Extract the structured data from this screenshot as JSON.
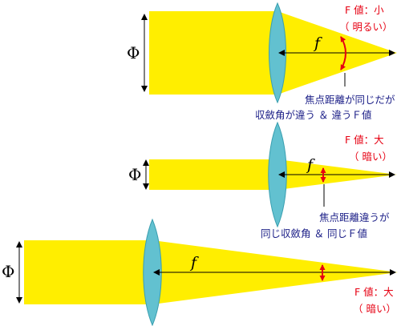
{
  "colors": {
    "beam": "#ffee00",
    "lens": "#62c1d0",
    "lens_edge": "#3a9fb0",
    "label_red": "#e60012",
    "note_blue": "#1d2088",
    "line": "#000000",
    "background": "#ffffff"
  },
  "symbols": {
    "diameter": "Φ",
    "focal_length": "f"
  },
  "labels": {
    "top_fnumber": {
      "line1": "F 値：小",
      "line2": "（ 明るい）"
    },
    "middle_fnumber": {
      "line1": "F 値：大",
      "line2": "（ 暗い）"
    },
    "bottom_fnumber": {
      "line1": "F 値：大",
      "line2": "（ 暗い）"
    }
  },
  "notes": {
    "note1": {
      "line1": "焦点距離が同じだが",
      "line2": "収斂角が違う ＆ 違うＦ値"
    },
    "note2": {
      "line1": "焦点距離違うが",
      "line2": "同じ収斂角 ＆ 同じＦ値"
    }
  }
}
